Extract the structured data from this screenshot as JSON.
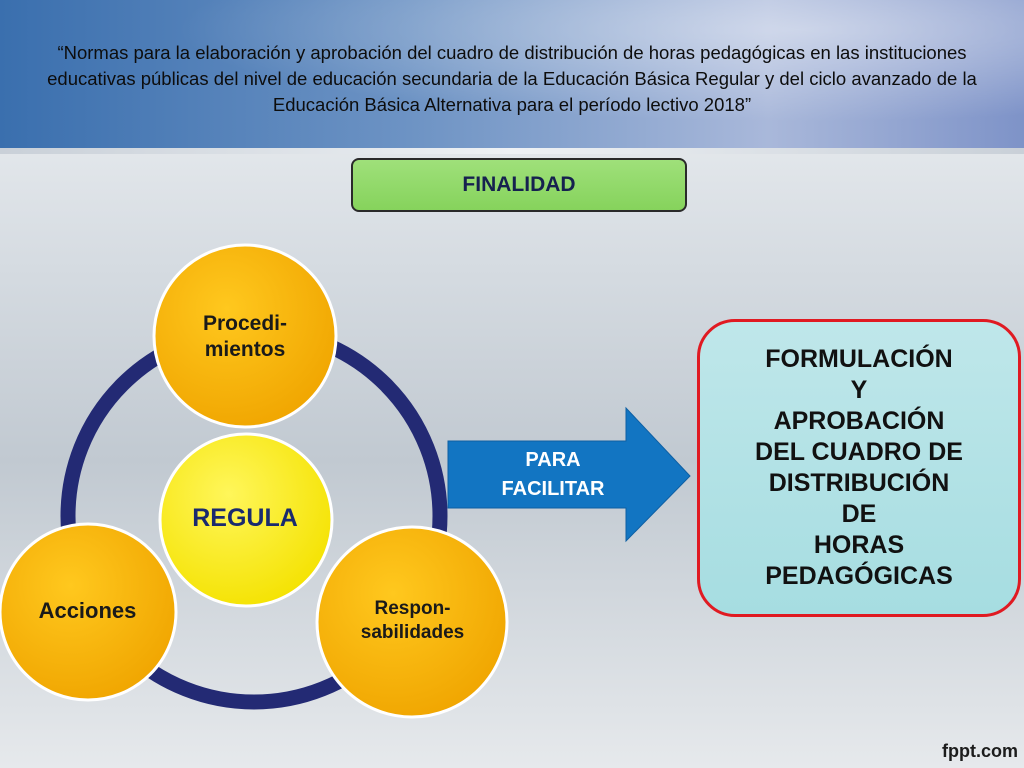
{
  "header": {
    "title": "“Normas para la elaboración y aprobación del cuadro de distribución de horas pedagógicas en las instituciones educativas públicas del nivel de educación secundaria de la Educación Básica Regular y del ciclo avanzado de la Educación Básica Alternativa para el período lectivo 2018”"
  },
  "finalidad": {
    "label": "FINALIDAD"
  },
  "cycle": {
    "center": "REGULA",
    "nodes": [
      {
        "id": "procedimientos",
        "label": "Procedi-\nmientos"
      },
      {
        "id": "acciones",
        "label": "Acciones"
      },
      {
        "id": "responsabilidades",
        "label": "Respon-\nsabilidades"
      }
    ]
  },
  "arrow": {
    "label": "PARA\nFACILITAR"
  },
  "result": {
    "text": "FORMULACIÓN\nY\nAPROBACIÓN\nDEL CUADRO DE\nDISTRIBUCIÓN\nDE\nHORAS\nPEDAGÓGICAS"
  },
  "footer": {
    "brand": "fppt.com"
  },
  "colors": {
    "ring": "#232a74",
    "circle_fill": "#f7b500",
    "center_fill": "#ffee00",
    "arrow_fill": "#1275c2",
    "finalidad_fill": "#8ed866",
    "result_border": "#e01a22",
    "result_fill": "#b4e3e6"
  }
}
